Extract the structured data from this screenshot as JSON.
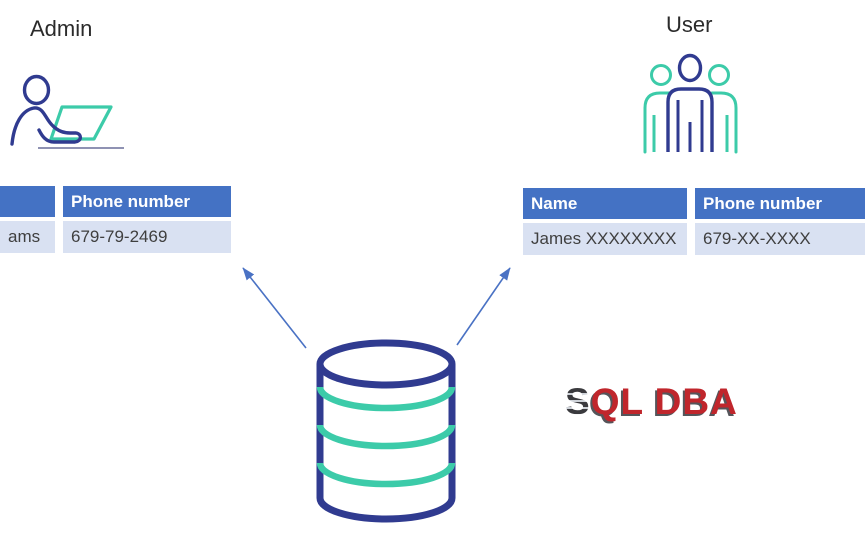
{
  "admin": {
    "label": "Admin"
  },
  "user": {
    "label": "User"
  },
  "admin_table": {
    "headers": [
      "",
      "Phone number"
    ],
    "row": [
      "ams",
      "679-79-2469"
    ]
  },
  "user_table": {
    "headers": [
      "Name",
      "Phone number"
    ],
    "row": [
      "James XXXXXXXX",
      "679-XX-XXXX"
    ]
  },
  "logo": {
    "s": "S",
    "rest": "QL DBA"
  },
  "icons": {
    "admin": "person-with-laptop-icon",
    "user": "people-group-icon",
    "center": "database-cylinder-icon",
    "connectors": "arrow-to-admin-table, arrow-to-user-table"
  },
  "colors": {
    "navy": "#303B90",
    "teal": "#3CCBA9",
    "table_header_bg": "#4472C4",
    "table_row_bg": "#D9E1F2",
    "table_header_text": "#FFFFFF",
    "table_cell_text": "#3F3F3F",
    "arrow_blue": "#4A72C4",
    "logo_red": "#C0262C",
    "label_text": "#2B2B2B",
    "background": "#FFFFFF"
  }
}
